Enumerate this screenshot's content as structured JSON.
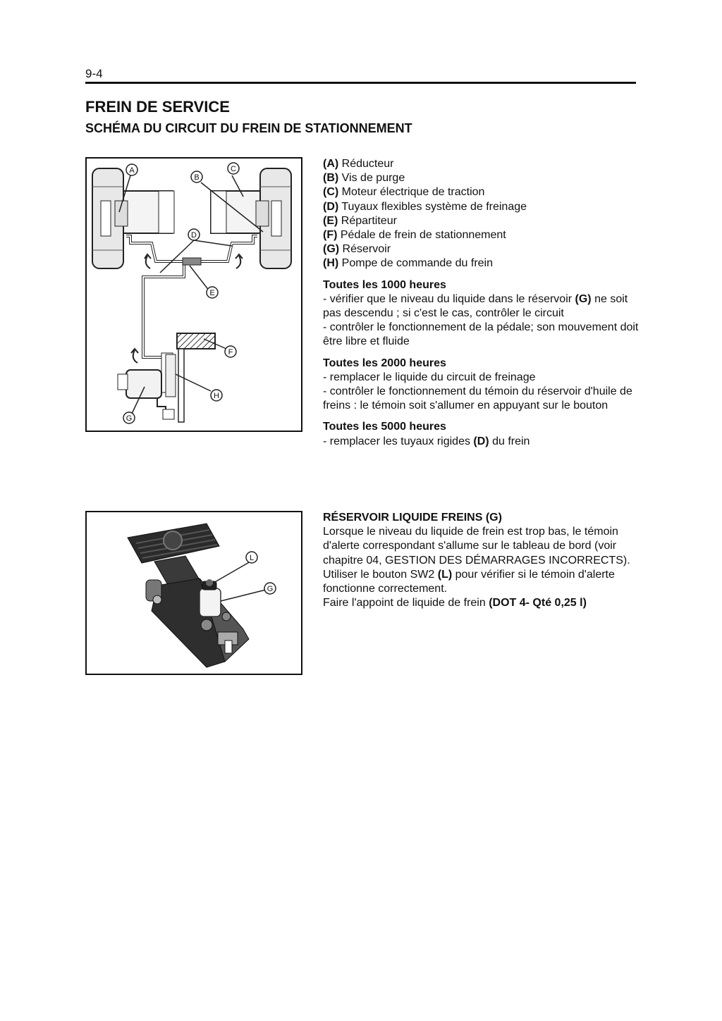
{
  "page": {
    "number": "9-4",
    "title": "FREIN DE SERVICE",
    "subtitle": "SCHÉMA DU CIRCUIT DU FREIN DE STATIONNEMENT"
  },
  "figure1": {
    "callouts": [
      "A",
      "B",
      "C",
      "D",
      "E",
      "F",
      "G",
      "H"
    ]
  },
  "legend": [
    {
      "code": "(A)",
      "text": " Réducteur"
    },
    {
      "code": "(B)",
      "text": " Vis de purge"
    },
    {
      "code": "(C)",
      "text": " Moteur électrique de traction"
    },
    {
      "code": "(D)",
      "text": " Tuyaux flexibles système de freinage"
    },
    {
      "code": "(E)",
      "text": " Répartiteur"
    },
    {
      "code": "(F)",
      "text": " Pédale de frein de stationnement"
    },
    {
      "code": "(G)",
      "text": " Réservoir"
    },
    {
      "code": "(H)",
      "text": " Pompe de commande du frein"
    }
  ],
  "maintenance": [
    {
      "title": "Toutes les 1000 heures",
      "lines": [
        {
          "pre": "- vérifier que le niveau du liquide dans le réservoir ",
          "bold": "(G)",
          "post": " ne soit pas descendu ; si c'est le cas, contrôler le circuit"
        },
        {
          "pre": "- contrôler le fonctionnement de la pédale; son mouvement doit être libre et fluide",
          "bold": "",
          "post": ""
        }
      ]
    },
    {
      "title": "Toutes les 2000 heures",
      "lines": [
        {
          "pre": "- remplacer le liquide du circuit de freinage",
          "bold": "",
          "post": ""
        },
        {
          "pre": "- contrôler le fonctionnement du témoin du réservoir d'huile de freins : le témoin soit s'allumer en appuyant sur le bouton",
          "bold": "",
          "post": ""
        }
      ]
    },
    {
      "title": "Toutes les 5000 heures",
      "lines": [
        {
          "pre": "- remplacer les tuyaux rigides ",
          "bold": "(D)",
          "post": " du frein"
        }
      ]
    }
  ],
  "figure2": {
    "callouts": [
      "L",
      "G"
    ]
  },
  "reservoir": {
    "title": "RÉSERVOIR LIQUIDE FREINS (G)",
    "p1": "Lorsque le niveau du liquide de frein est trop bas, le témoin d'alerte correspondant s'allume sur le tableau de bord (voir chapitre 04, GESTION DES DÉMARRAGES INCORRECTS).",
    "p2_pre": "Utiliser le bouton SW2 ",
    "p2_bold": "(L)",
    "p2_post": " pour vérifier si le témoin d'alerte fonctionne correctement.",
    "p3_pre": "Faire l'appoint de liquide de frein ",
    "p3_bold": "(DOT 4- Qté 0,25 l)"
  }
}
